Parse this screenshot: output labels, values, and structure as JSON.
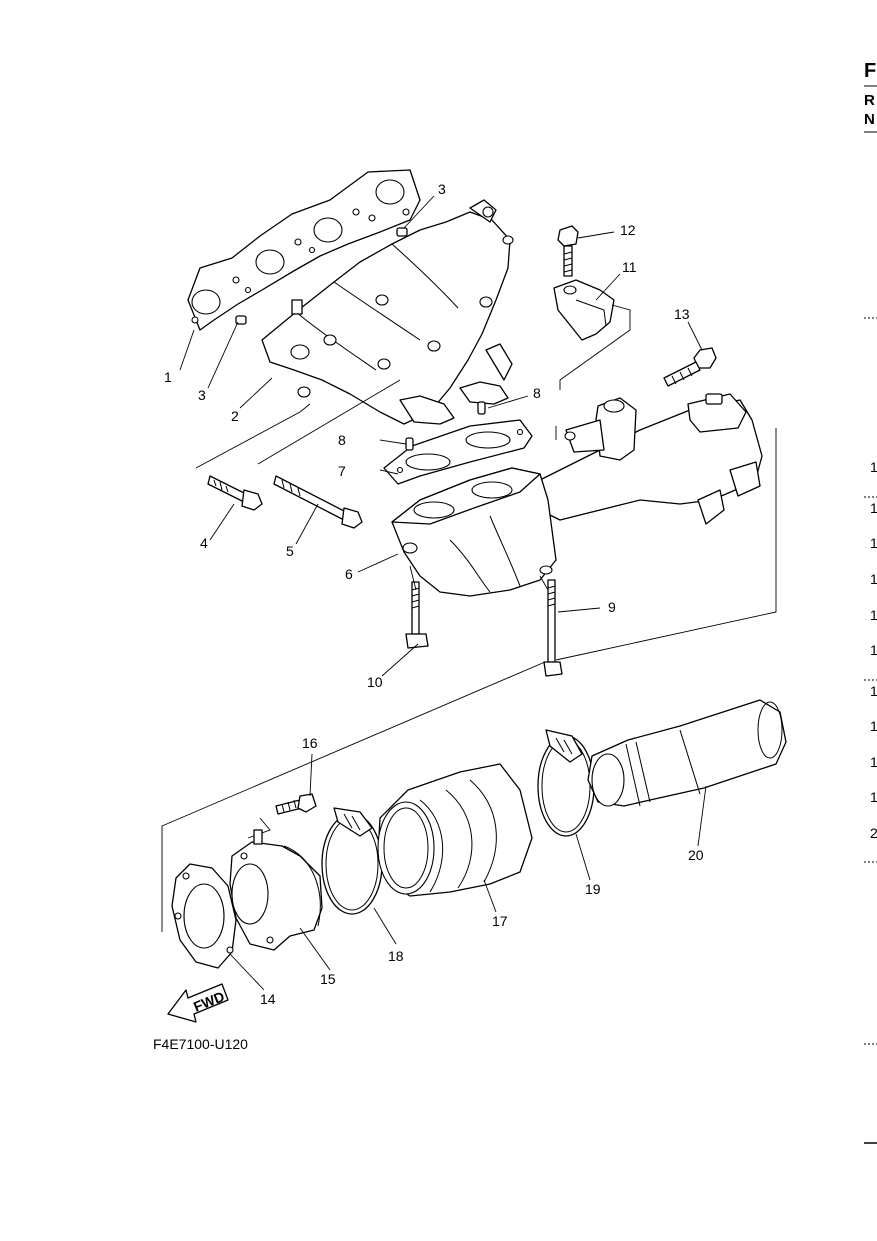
{
  "header_letters": [
    "F",
    "R",
    "N"
  ],
  "figure_code": "F4E7100-U120",
  "fwd_label": "FWD",
  "callouts": [
    "1",
    "2",
    "3",
    "3",
    "4",
    "5",
    "6",
    "7",
    "8",
    "8",
    "9",
    "10",
    "11",
    "12",
    "13",
    "14",
    "15",
    "16",
    "17",
    "18",
    "19",
    "20"
  ],
  "right_edge_index": [
    "1",
    "1",
    "1",
    "1",
    "1",
    "1",
    "1",
    "1",
    "1",
    "1",
    "2"
  ]
}
